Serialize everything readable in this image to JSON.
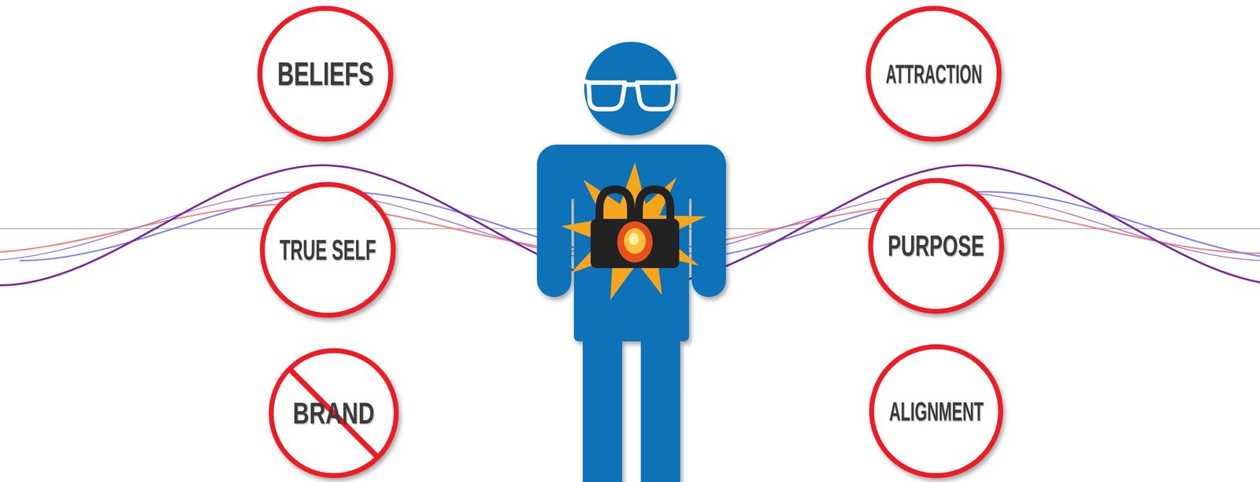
{
  "diagram": {
    "nodes": [
      {
        "text": [
          "BELIEFS"
        ]
      },
      {
        "text": [
          "ATTRACTION"
        ]
      },
      {
        "text": [
          "TRUE SELF"
        ]
      },
      {
        "text": [
          "PURPOSE"
        ]
      },
      {
        "text": [
          "BRAND"
        ]
      },
      {
        "text": [
          "ALIGNMENT"
        ]
      }
    ]
  }
}
